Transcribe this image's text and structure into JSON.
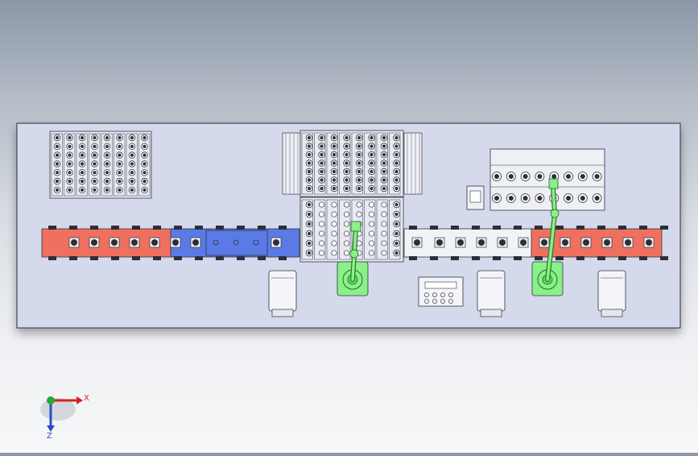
{
  "scene": {
    "name": "production-line-top-view",
    "colors": {
      "plate": "#d5d9ec",
      "plate_edge": "#2a2e3a",
      "conveyor_red": "#f0705f",
      "conveyor_blue": "#5a7ae6",
      "conveyor_white": "#f2f3f7",
      "robot_green": "#8af08a",
      "part_dark": "#2c2f38",
      "line": "#30343d"
    }
  },
  "triad": {
    "x_label": "X",
    "z_label": "Z",
    "x_color": "#d22222",
    "y_color": "#1fae2e",
    "z_color": "#2b4cc8"
  }
}
